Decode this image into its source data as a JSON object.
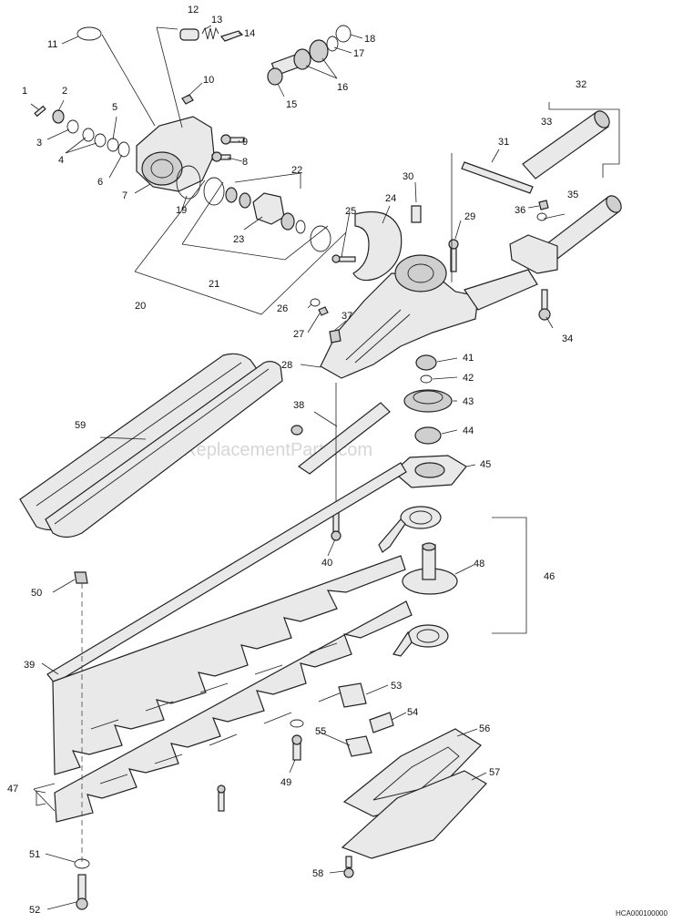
{
  "watermark": "eReplacementParts.com",
  "drawing_code": "HCA000100000",
  "callouts": [
    "1",
    "2",
    "3",
    "4",
    "5",
    "6",
    "7",
    "8",
    "9",
    "10",
    "11",
    "12",
    "13",
    "14",
    "15",
    "16",
    "17",
    "18",
    "19",
    "20",
    "21",
    "22",
    "23",
    "24",
    "25",
    "26",
    "27",
    "28",
    "29",
    "30",
    "31",
    "32",
    "33",
    "34",
    "35",
    "36",
    "37",
    "38",
    "39",
    "40",
    "41",
    "42",
    "43",
    "44",
    "45",
    "46",
    "47",
    "48",
    "49",
    "50",
    "51",
    "52",
    "53",
    "54",
    "55",
    "56",
    "57",
    "58",
    "59"
  ]
}
